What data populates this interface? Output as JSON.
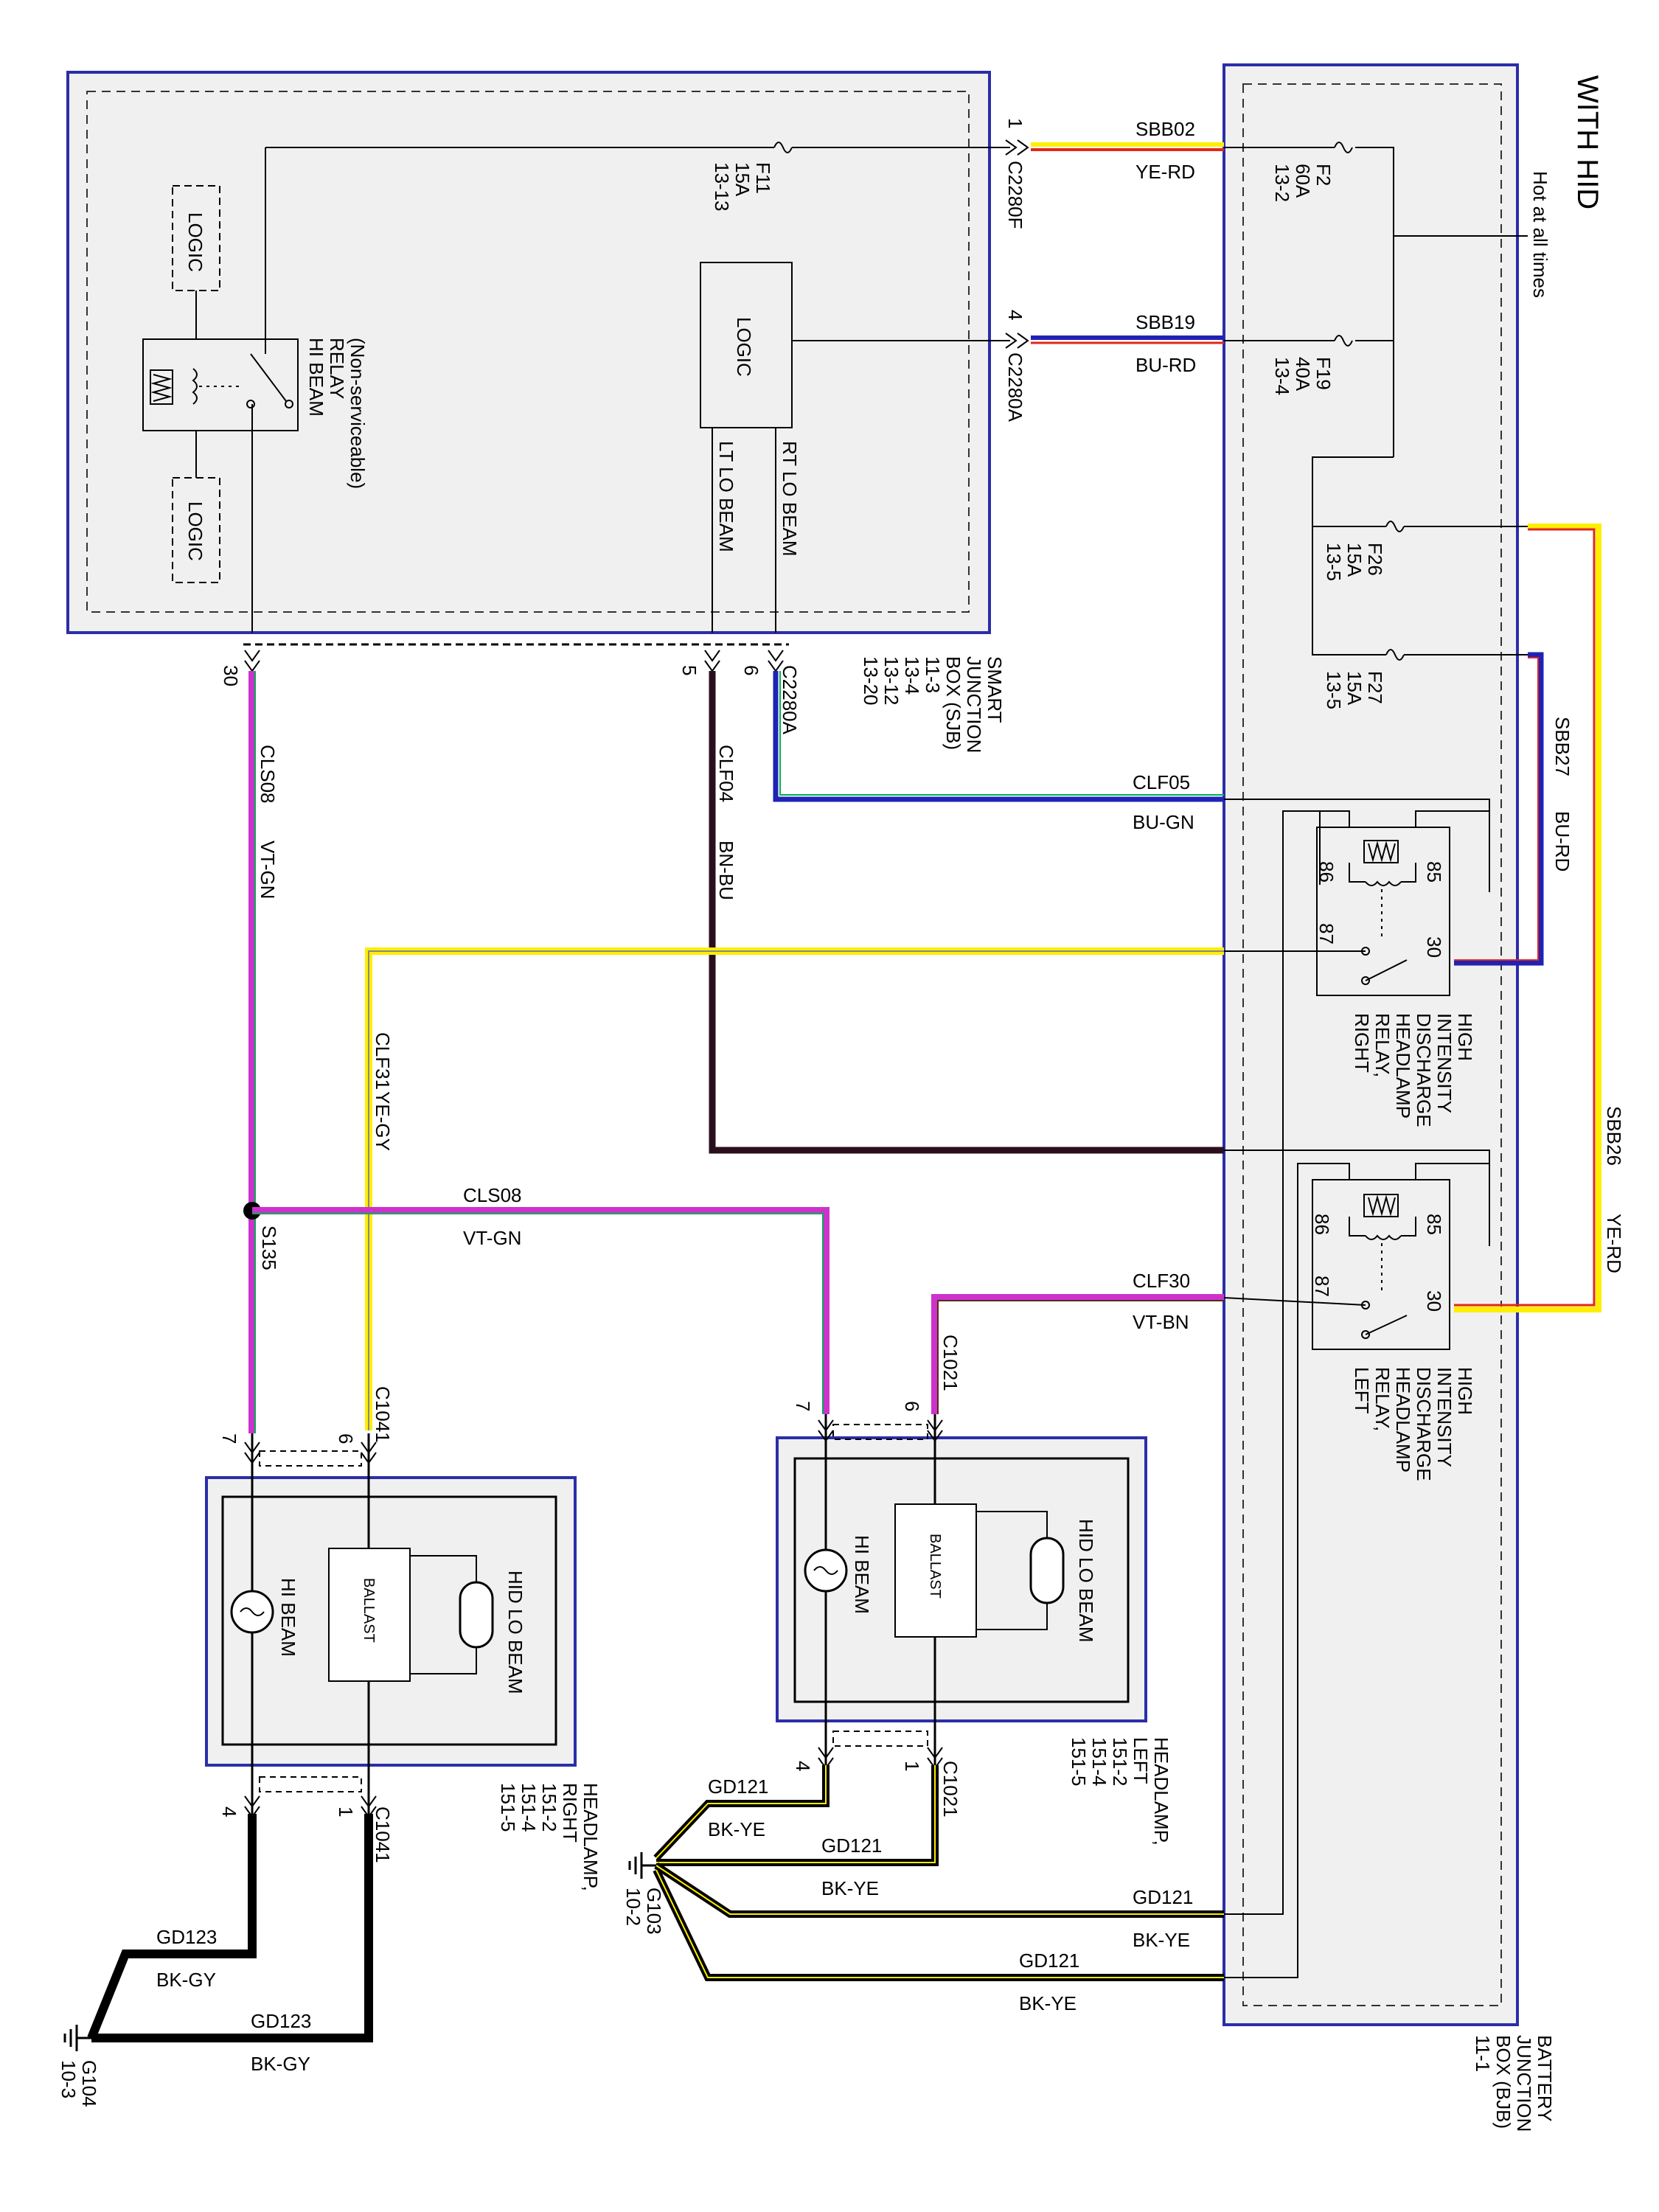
{
  "title": "WITH HID",
  "colors": {
    "module_border": "#2b2ea8",
    "module_fill": "#f0f0f0",
    "wire_ye": "#ffee00",
    "wire_rd": "#e1261c",
    "wire_bu": "#1f23b5",
    "wire_vt": "#cc33cc",
    "wire_bn": "#2a0f1e",
    "wire_bk": "#000000"
  },
  "sjb": {
    "name_lines": [
      "SMART",
      "JUNCTION",
      "BOX (SJB)",
      "11-3",
      "13-4",
      "13-12",
      "13-20"
    ],
    "logic_top": "LOGIC",
    "logic_bottom": "LOGIC",
    "logic_center": "LOGIC",
    "relay_lines": [
      "HI BEAM",
      "RELAY",
      "(Non-serviceable)"
    ],
    "fuse_f11": [
      "F11",
      "15A",
      "13-13"
    ],
    "rt_lo_beam": "RT LO BEAM",
    "lt_lo_beam": "LT LO BEAM",
    "pin_30": "30",
    "pin_5": "5",
    "pin_6": "6",
    "c2280a_bottom": "C2280A"
  },
  "bjb": {
    "name_lines": [
      "BATTERY",
      "JUNCTION",
      "BOX (BJB)",
      "11-1"
    ],
    "hot": "Hot at all times",
    "fuse_f2": [
      "F2",
      "60A",
      "13-2"
    ],
    "fuse_f19": [
      "F19",
      "40A",
      "13-4"
    ],
    "fuse_f26": [
      "F26",
      "15A",
      "13-5"
    ],
    "fuse_f27": [
      "F27",
      "15A",
      "13-5"
    ],
    "relay_right_lines": [
      "HIGH",
      "INTENSITY",
      "DISCHARGE",
      "HEADLAMP",
      "RELAY,",
      "RIGHT"
    ],
    "relay_left_lines": [
      "HIGH",
      "INTENSITY",
      "DISCHARGE",
      "HEADLAMP",
      "RELAY,",
      "LEFT"
    ],
    "pins": {
      "p86": "86",
      "p85": "85",
      "p87": "87",
      "p30": "30"
    }
  },
  "connectors": {
    "c2280f_pin": "1",
    "c2280f": "C2280F",
    "c2280a_pin": "4",
    "c2280a": "C2280A"
  },
  "wires": {
    "sbb02": "SBB02",
    "ye_rd": "YE-RD",
    "sbb19": "SBB19",
    "bu_rd": "BU-RD",
    "sbb27": "SBB27",
    "sbb27_color": "BU-RD",
    "sbb26": "SBB26",
    "sbb26_color": "YE-RD",
    "clf05": "CLF05",
    "bu_gn": "BU-GN",
    "clf04": "CLF04",
    "bn_bu": "BN-BU",
    "cls08": "CLS08",
    "vt_gn": "VT-GN",
    "clf31": "CLF31",
    "ye_gy": "YE-GY",
    "cls08_b": "CLS08",
    "vt_gn_b": "VT-GN",
    "clf30": "CLF30",
    "vt_bn": "VT-BN",
    "s135": "S135",
    "gd121": "GD121",
    "bk_ye": "BK-YE",
    "gd123": "GD123",
    "bk_gy": "BK-GY"
  },
  "headlamp_right": {
    "name_lines": [
      "HEADLAMP,",
      "RIGHT",
      "151-2",
      "151-4",
      "151-5"
    ],
    "hi_beam": "HI BEAM",
    "ballast": "BALLAST",
    "hid_lo_beam": "HID LO BEAM",
    "connector": "C1041",
    "pin7": "7",
    "pin6": "6",
    "pin4": "4",
    "pin1": "1"
  },
  "headlamp_left": {
    "name_lines": [
      "HEADLAMP,",
      "LEFT",
      "151-2",
      "151-4",
      "151-5"
    ],
    "hi_beam": "HI BEAM",
    "ballast": "BALLAST",
    "hid_lo_beam": "HID LO BEAM",
    "connector": "C1021",
    "pin7": "7",
    "pin6": "6",
    "pin4": "4",
    "pin1": "1"
  },
  "grounds": {
    "g103": "G103",
    "g103_ref": "10-2",
    "g104": "G104",
    "g104_ref": "10-3"
  }
}
